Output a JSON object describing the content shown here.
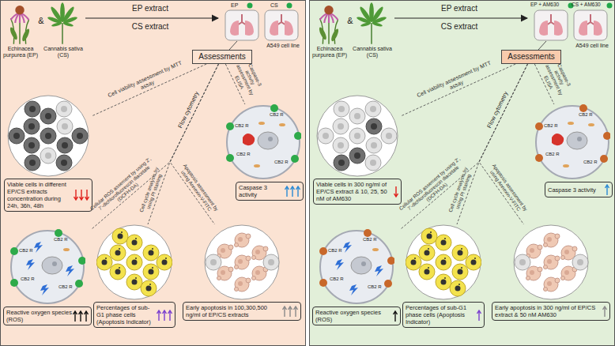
{
  "diagram": {
    "nodes": [
      {
        "text": [
          "Assessments"
        ]
      },
      {
        "text": [
          "Viable cells in different EP/CS extracts concentration during 24h, 36h, 48h"
        ]
      },
      {
        "text": [
          "Caspase 3 activity"
        ]
      },
      {
        "text": [
          "Reactive oxygen species (ROS)"
        ]
      },
      {
        "text": [
          "Percentages of sub-G1 phase cells (Apoptosis Indicator)"
        ]
      },
      {
        "text": [
          "Early apoptosis in 100,300,500 ng/ml of EP/CS extracts"
        ]
      },
      {
        "text": [
          "Assessments"
        ]
      },
      {
        "text": [
          "Viable cells in 300 ng/ml of EP/CS extract & 10, 25, 50 nM of AM630"
        ]
      },
      {
        "text": [
          "Caspase 3 activity"
        ]
      },
      {
        "text": [
          "Reactive oxygen species (ROS)"
        ]
      },
      {
        "text": [
          "Percentages of sub-G1 phase cells (Apoptosis Indicator)"
        ]
      },
      {
        "text": [
          "Early apoptosis in 300 ng/ml of EP/CS extract & 50 nM AM630"
        ]
      }
    ],
    "edges": [
      {
        "from": 0,
        "to": 1,
        "arrow": "none",
        "label": "Cell viability assessment by MTT assay"
      },
      {
        "from": 0,
        "to": 2,
        "arrow": "none",
        "label": "Caspase-3 activity assessment by ELISA"
      },
      {
        "from": 0,
        "to": 3,
        "arrow": "none",
        "label": "Cellular ROS assement by using 2', 7'-dichlorofluorescin diacetate (DCFH-DA)"
      },
      {
        "from": 0,
        "to": 4,
        "arrow": "none",
        "label": "Cell cycle analysis by using PI staining"
      },
      {
        "from": 0,
        "to": 5,
        "arrow": "none",
        "label": "Apoptosis assessment by using Annexin-V-FITC"
      },
      {
        "from": 6,
        "to": 7,
        "arrow": "none",
        "label": "Cell viability assessment by MTT assay"
      },
      {
        "from": 6,
        "to": 8,
        "arrow": "none",
        "label": "Caspase-3 activity assessment by ELISA"
      },
      {
        "from": 6,
        "to": 9,
        "arrow": "none",
        "label": "Cellular ROS assement by using 2', 7'-dichlorofluorescin diacetate (DCFH-DA)"
      },
      {
        "from": 6,
        "to": 10,
        "arrow": "none",
        "label": "Cell cycle analysis by using PI staining"
      },
      {
        "from": 6,
        "to": 11,
        "arrow": "none",
        "label": "Apoptosis assessment by using Annexin-V-FITC"
      }
    ],
    "labels": [
      "Echinacea purpurea (EP)",
      "&",
      "Cannabis sativa (CS)",
      "EP extract",
      "CS extract",
      "EP",
      "CS",
      "A549 cell line",
      "Flow cytometry",
      "CB2 R",
      "CB2 R",
      "CB2 R",
      "CB2 R",
      "CB2 R",
      "CB2 R",
      "CB2 R",
      "CB2 R",
      "Echinacea purpurea (EP)",
      "&",
      "Cannabis sativa (CS)",
      "EP extract",
      "CS extract",
      "EP + AM630",
      "CS + AM630",
      "A549 cell line",
      "Flow cytometry",
      "CB2 R",
      "CB2 R",
      "CB2 R",
      "CB2 R",
      "CB2 R",
      "CB2 R",
      "CB2 R",
      "CB2 R"
    ]
  }
}
